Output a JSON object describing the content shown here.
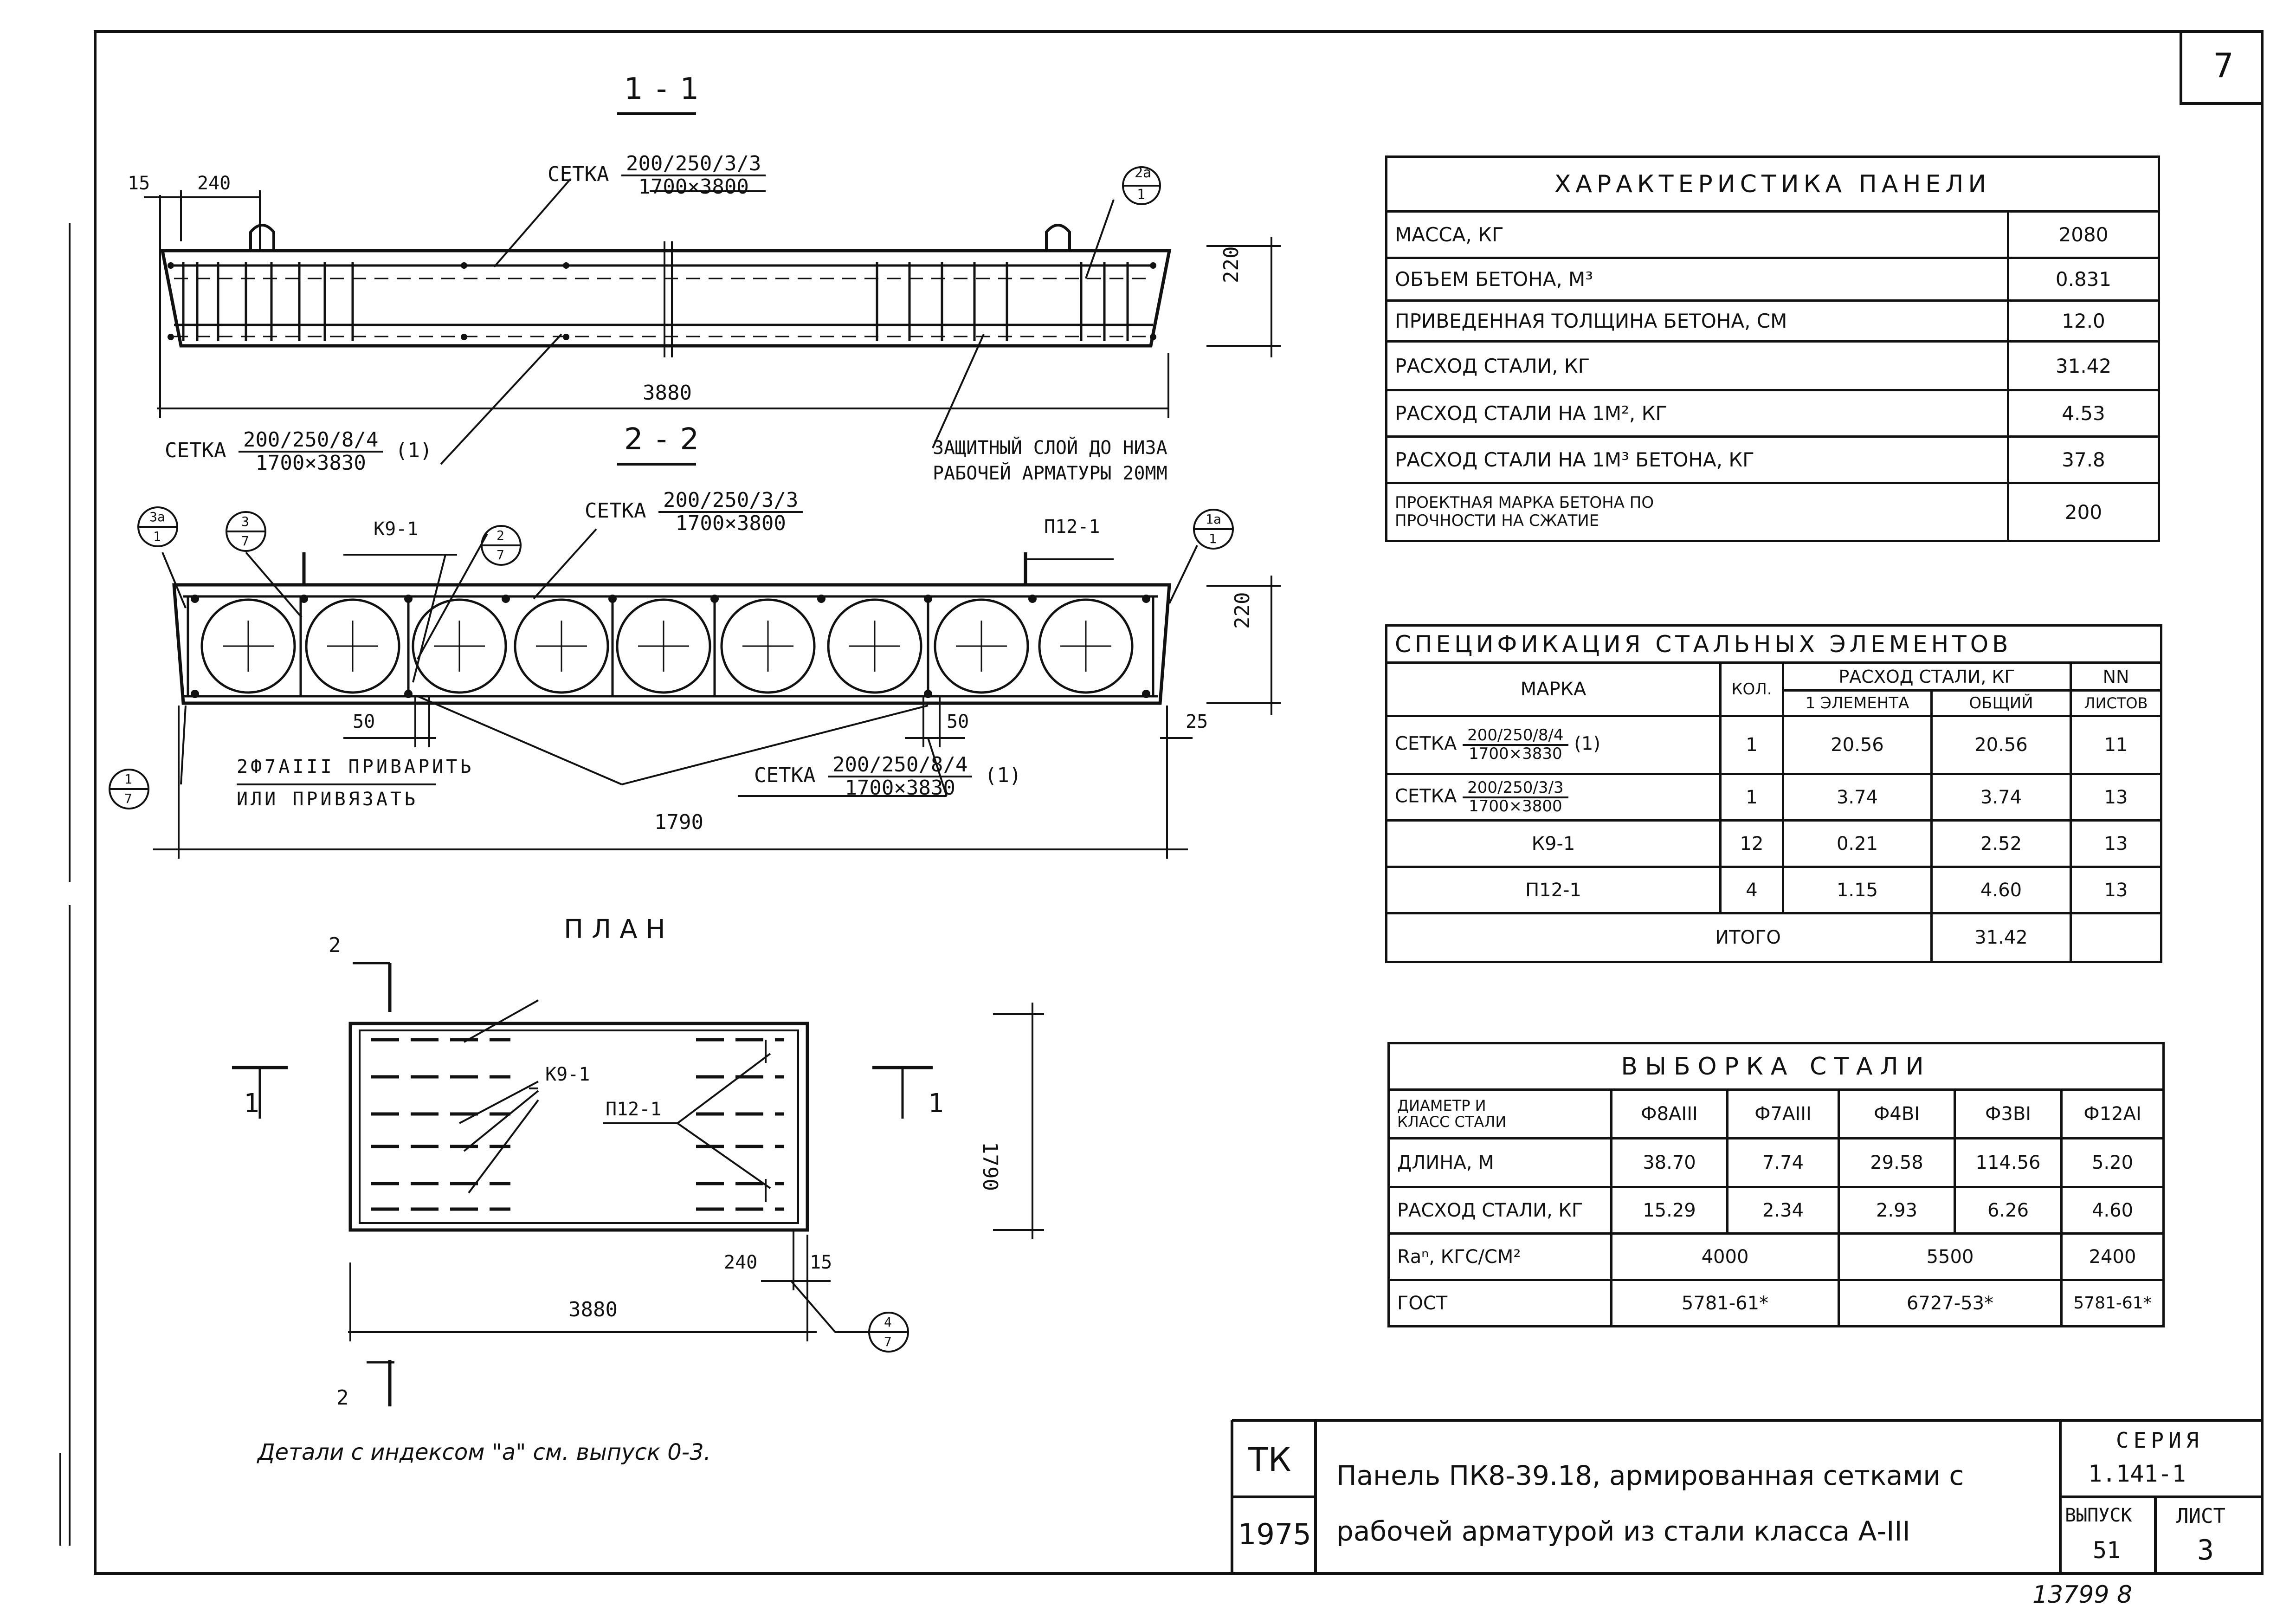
{
  "sheet": {
    "corner_number": "7",
    "bottom_note": "13799  8"
  },
  "panel_spec": {
    "title": "ХАРАКТЕРИСТИКА   ПАНЕЛИ",
    "rows": [
      {
        "label": "МАССА, КГ",
        "value": "2080"
      },
      {
        "label": "ОБЪЕМ БЕТОНА, М³",
        "value": "0.831"
      },
      {
        "label": "ПРИВЕДЕННАЯ ТОЛЩИНА БЕТОНА, СМ",
        "value": "12.0"
      },
      {
        "label": "РАСХОД СТАЛИ, КГ",
        "value": "31.42"
      },
      {
        "label": "РАСХОД СТАЛИ НА 1М², КГ",
        "value": "4.53"
      },
      {
        "label": "РАСХОД СТАЛИ НА 1М³ БЕТОНА, КГ",
        "value": "37.8"
      },
      {
        "label_line1": "ПРОЕКТНАЯ МАРКА БЕТОНА ПО",
        "label_line2": "ПРОЧНОСТИ НА СЖАТИЕ",
        "value": "200"
      }
    ]
  },
  "steel_spec": {
    "title": "СПЕЦИФИКАЦИЯ  СТАЛЬНЫХ  ЭЛЕМЕНТОВ",
    "header": {
      "mark": "МАРКА",
      "qty": "КОЛ.",
      "consumption": "РАСХОД СТАЛИ, КГ",
      "one": "1 ЭЛЕМЕНТА",
      "total": "ОБЩИЙ",
      "sheets_top": "NN",
      "sheets": "ЛИСТОВ"
    },
    "rows": [
      {
        "mark": "СЕТКА",
        "num": "200/250/8/4",
        "den": "1700×3830",
        "suffix": "(1)",
        "qty": "1",
        "one": "20.56",
        "total": "20.56",
        "sheet": "11"
      },
      {
        "mark": "СЕТКА",
        "num": "200/250/3/3",
        "den": "1700×3800",
        "suffix": "",
        "qty": "1",
        "one": "3.74",
        "total": "3.74",
        "sheet": "13"
      },
      {
        "mark": "К9-1",
        "qty": "12",
        "one": "0.21",
        "total": "2.52",
        "sheet": "13"
      },
      {
        "mark": "П12-1",
        "qty": "4",
        "one": "1.15",
        "total": "4.60",
        "sheet": "13"
      }
    ],
    "total_label": "ИТОГО",
    "total_value": "31.42"
  },
  "steel_select": {
    "title": "ВЫБОРКА   СТАЛИ",
    "header_line1": "ДИАМЕТР И",
    "header_line2": "КЛАСС СТАЛИ",
    "columns": [
      "Ф8АIII",
      "Ф7АIII",
      "Ф4ВI",
      "Ф3ВI",
      "Ф12АI"
    ],
    "length_label": "ДЛИНА, М",
    "length": [
      "38.70",
      "7.74",
      "29.58",
      "114.56",
      "5.20"
    ],
    "consumption_label": "РАСХОД СТАЛИ, КГ",
    "consumption": [
      "15.29",
      "2.34",
      "2.93",
      "6.26",
      "4.60"
    ],
    "ra_label": "Rаⁿ, КГС/СМ²",
    "ra_values": [
      "4000",
      "5500",
      "2400"
    ],
    "gost_label": "ГОСТ",
    "gost_values": [
      "5781-61*",
      "6727-53*",
      "5781-61*"
    ]
  },
  "drawing": {
    "sec11_title": "1 - 1",
    "sec22_title": "2 - 2",
    "plan_title": "ПЛАН",
    "setka_word": "СЕТКА",
    "mesh_a_num": "200/250/3/3",
    "mesh_a_den": "1700×3800",
    "mesh_b_num": "200/250/8/4",
    "mesh_b_den": "1700×3830",
    "mesh_b_suffix": "(1)",
    "dim_15": "15",
    "dim_240": "240",
    "dim_220": "220",
    "dim_3880": "3880",
    "dim_1790": "1790",
    "dim_50": "50",
    "dim_25": "25",
    "protect_line1": "ЗАЩИТНЫЙ СЛОЙ ДО НИЗА",
    "protect_line2": "РАБОЧЕЙ АРМАТУРЫ 20ММ",
    "k91": "К9-1",
    "p121": "П12-1",
    "weld_line1": "2Ф7АIII  ПРИВАРИТЬ",
    "weld_line2": "ИЛИ  ПРИВЯЗАТЬ",
    "cut_1": "1",
    "cut_2": "2",
    "callout_2a_top": "2а",
    "callout_1": "1",
    "callout_3a_top": "3а",
    "callout_1a_top": "1а",
    "callout_3_top": "3",
    "callout_7": "7",
    "callout_2_top": "2",
    "callout_1_top": "1",
    "callout_4_top": "4",
    "details_note": "Детали с индексом \"а\" см. выпуск 0-3."
  },
  "title_block": {
    "org": "ТК",
    "year": "1975",
    "title_line1": "Панель ПК8-39.18, армированная сетками с",
    "title_line2": "рабочей арматурой из стали класса А-III",
    "series_label": "СЕРИЯ",
    "series_value": "1.141-1",
    "issue_label": "ВЫПУСК",
    "issue_value": "51",
    "sheet_label": "ЛИСТ",
    "sheet_value": "3"
  }
}
